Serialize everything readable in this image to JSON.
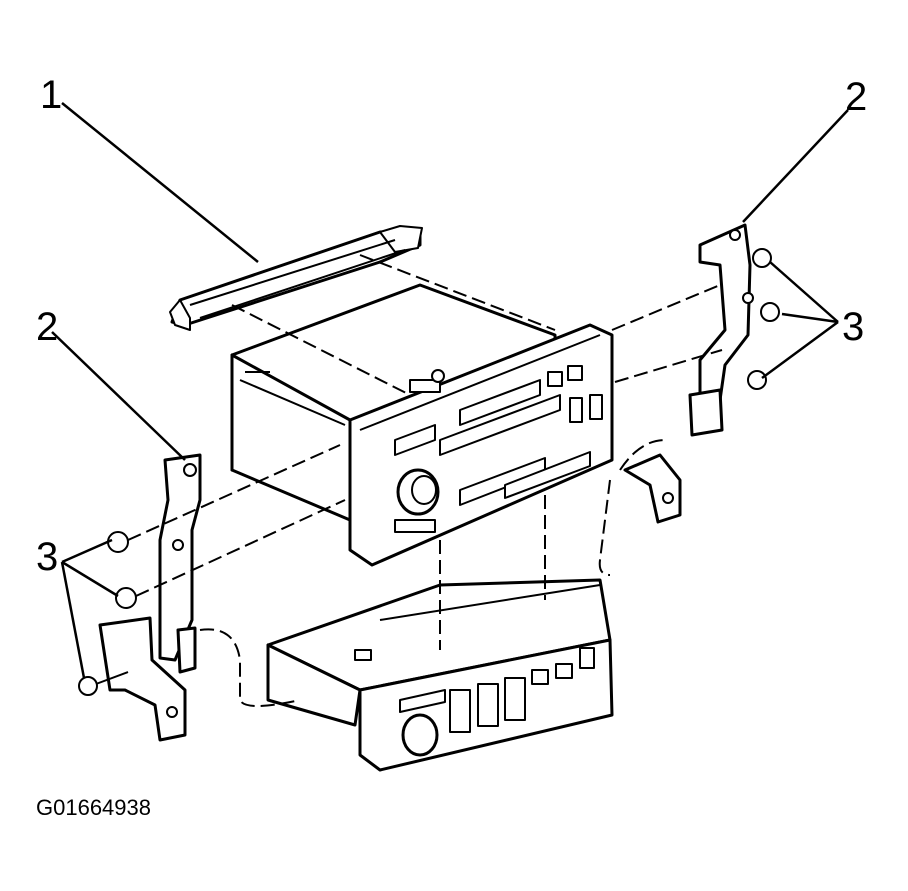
{
  "callouts": {
    "c1": "1",
    "c2_right": "2",
    "c2_left": "2",
    "c3_right": "3",
    "c3_left": "3"
  },
  "figure_id": "G01664938",
  "colors": {
    "line": "#000000",
    "background": "#ffffff"
  }
}
